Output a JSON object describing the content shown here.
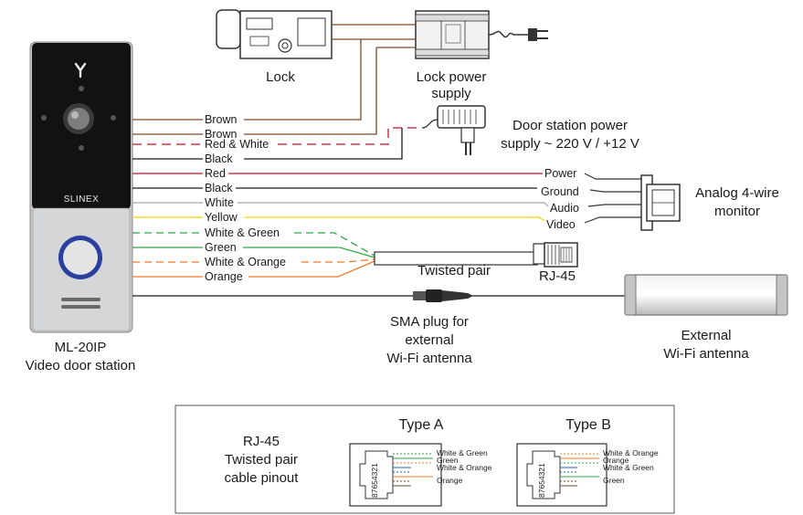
{
  "device": {
    "brand": "SLINEX",
    "model": "ML-20IP",
    "subtitle": "Video door station"
  },
  "components": {
    "lock": "Lock",
    "lock_power_line1": "Lock power",
    "lock_power_line2": "supply",
    "door_power_line1": "Door station power",
    "door_power_line2": "supply ~ 220 V / +12 V",
    "monitor_line1": "Analog 4-wire",
    "monitor_line2": "monitor",
    "twisted_pair": "Twisted pair",
    "rj45": "RJ-45",
    "sma_line1": "SMA plug for",
    "sma_line2": "external",
    "sma_line3": "Wi-Fi antenna",
    "antenna_line1": "External",
    "antenna_line2": "Wi-Fi antenna"
  },
  "wires": [
    {
      "label": "Brown",
      "color": "#7a4a2a"
    },
    {
      "label": "Brown",
      "color": "#7a4a2a"
    },
    {
      "label": "Red & White",
      "color": "#c8102e"
    },
    {
      "label": "Black",
      "color": "#1a1a1a"
    },
    {
      "label": "Red",
      "color": "#c8102e"
    },
    {
      "label": "Black",
      "color": "#1a1a1a"
    },
    {
      "label": "White",
      "color": "#a8a8a8"
    },
    {
      "label": "Yellow",
      "color": "#f2d500"
    },
    {
      "label": "White & Green",
      "color": "#2ea84a"
    },
    {
      "label": "Green",
      "color": "#2ea84a"
    },
    {
      "label": "White & Orange",
      "color": "#f07a2a"
    },
    {
      "label": "Orange",
      "color": "#f07a2a"
    }
  ],
  "monitor_pins": [
    "Power",
    "Ground",
    "Audio",
    "Video"
  ],
  "pinout": {
    "title_line1": "RJ-45",
    "title_line2": "Twisted pair",
    "title_line3": "cable pinout",
    "pin_numbers": "87654321",
    "type_a": {
      "name": "Type A",
      "labels": [
        "White & Green",
        "Green",
        "White & Orange",
        "Orange"
      ]
    },
    "type_b": {
      "name": "Type B",
      "labels": [
        "White & Orange",
        "Orange",
        "White & Green",
        "Green"
      ]
    }
  }
}
